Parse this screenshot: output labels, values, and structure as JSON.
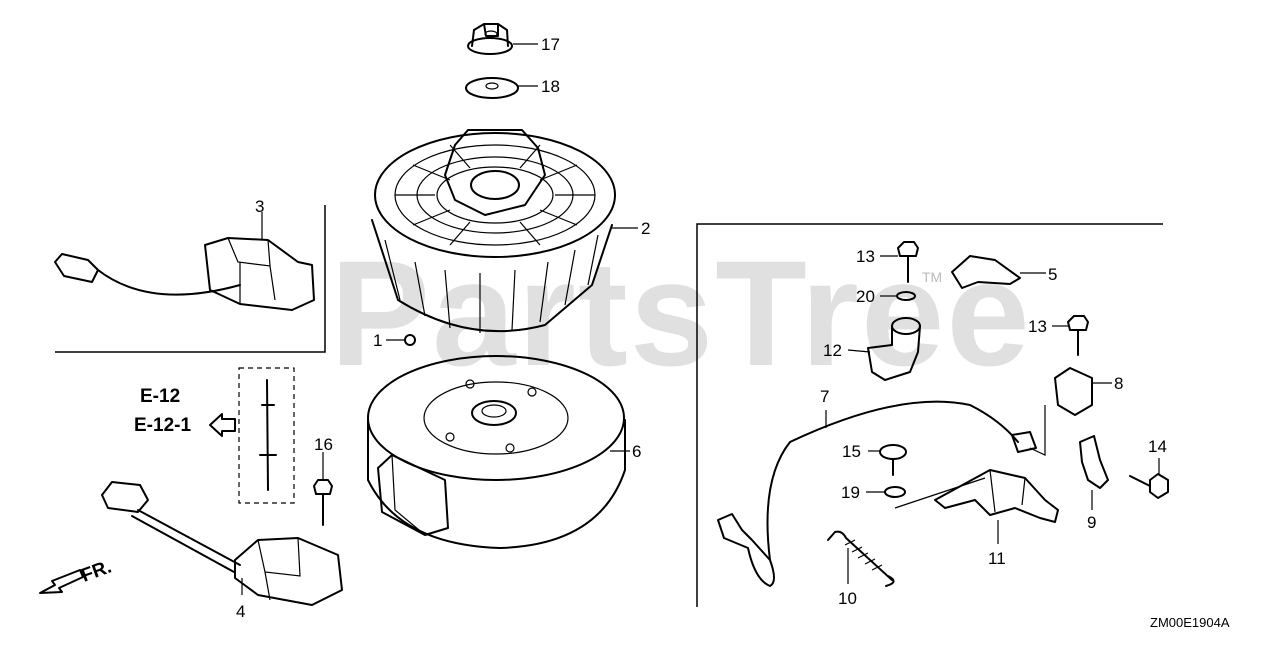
{
  "watermark": {
    "text": "PartsTree",
    "tm": "TM"
  },
  "diagram_code": "ZM00E1904A",
  "reference": {
    "line1": "E-12",
    "line2": "E-12-1"
  },
  "direction_label": "FR.",
  "callouts": [
    {
      "id": "17",
      "part": "flange-nut"
    },
    {
      "id": "18",
      "part": "washer"
    },
    {
      "id": "2",
      "part": "cooling-fan"
    },
    {
      "id": "3",
      "part": "ignition-coil"
    },
    {
      "id": "1",
      "part": "key"
    },
    {
      "id": "6",
      "part": "flywheel"
    },
    {
      "id": "16",
      "part": "bolt"
    },
    {
      "id": "4",
      "part": "ignition-coil"
    },
    {
      "id": "13",
      "part": "bolt-upper"
    },
    {
      "id": "5",
      "part": "cover"
    },
    {
      "id": "20",
      "part": "washer-small"
    },
    {
      "id": "13",
      "part": "bolt-right"
    },
    {
      "id": "12",
      "part": "grommet-holder"
    },
    {
      "id": "8",
      "part": "clip"
    },
    {
      "id": "7",
      "part": "wire-harness"
    },
    {
      "id": "15",
      "part": "screw"
    },
    {
      "id": "14",
      "part": "bolt"
    },
    {
      "id": "19",
      "part": "washer-lower"
    },
    {
      "id": "9",
      "part": "bracket"
    },
    {
      "id": "11",
      "part": "switch-plate"
    },
    {
      "id": "10",
      "part": "spring"
    }
  ]
}
